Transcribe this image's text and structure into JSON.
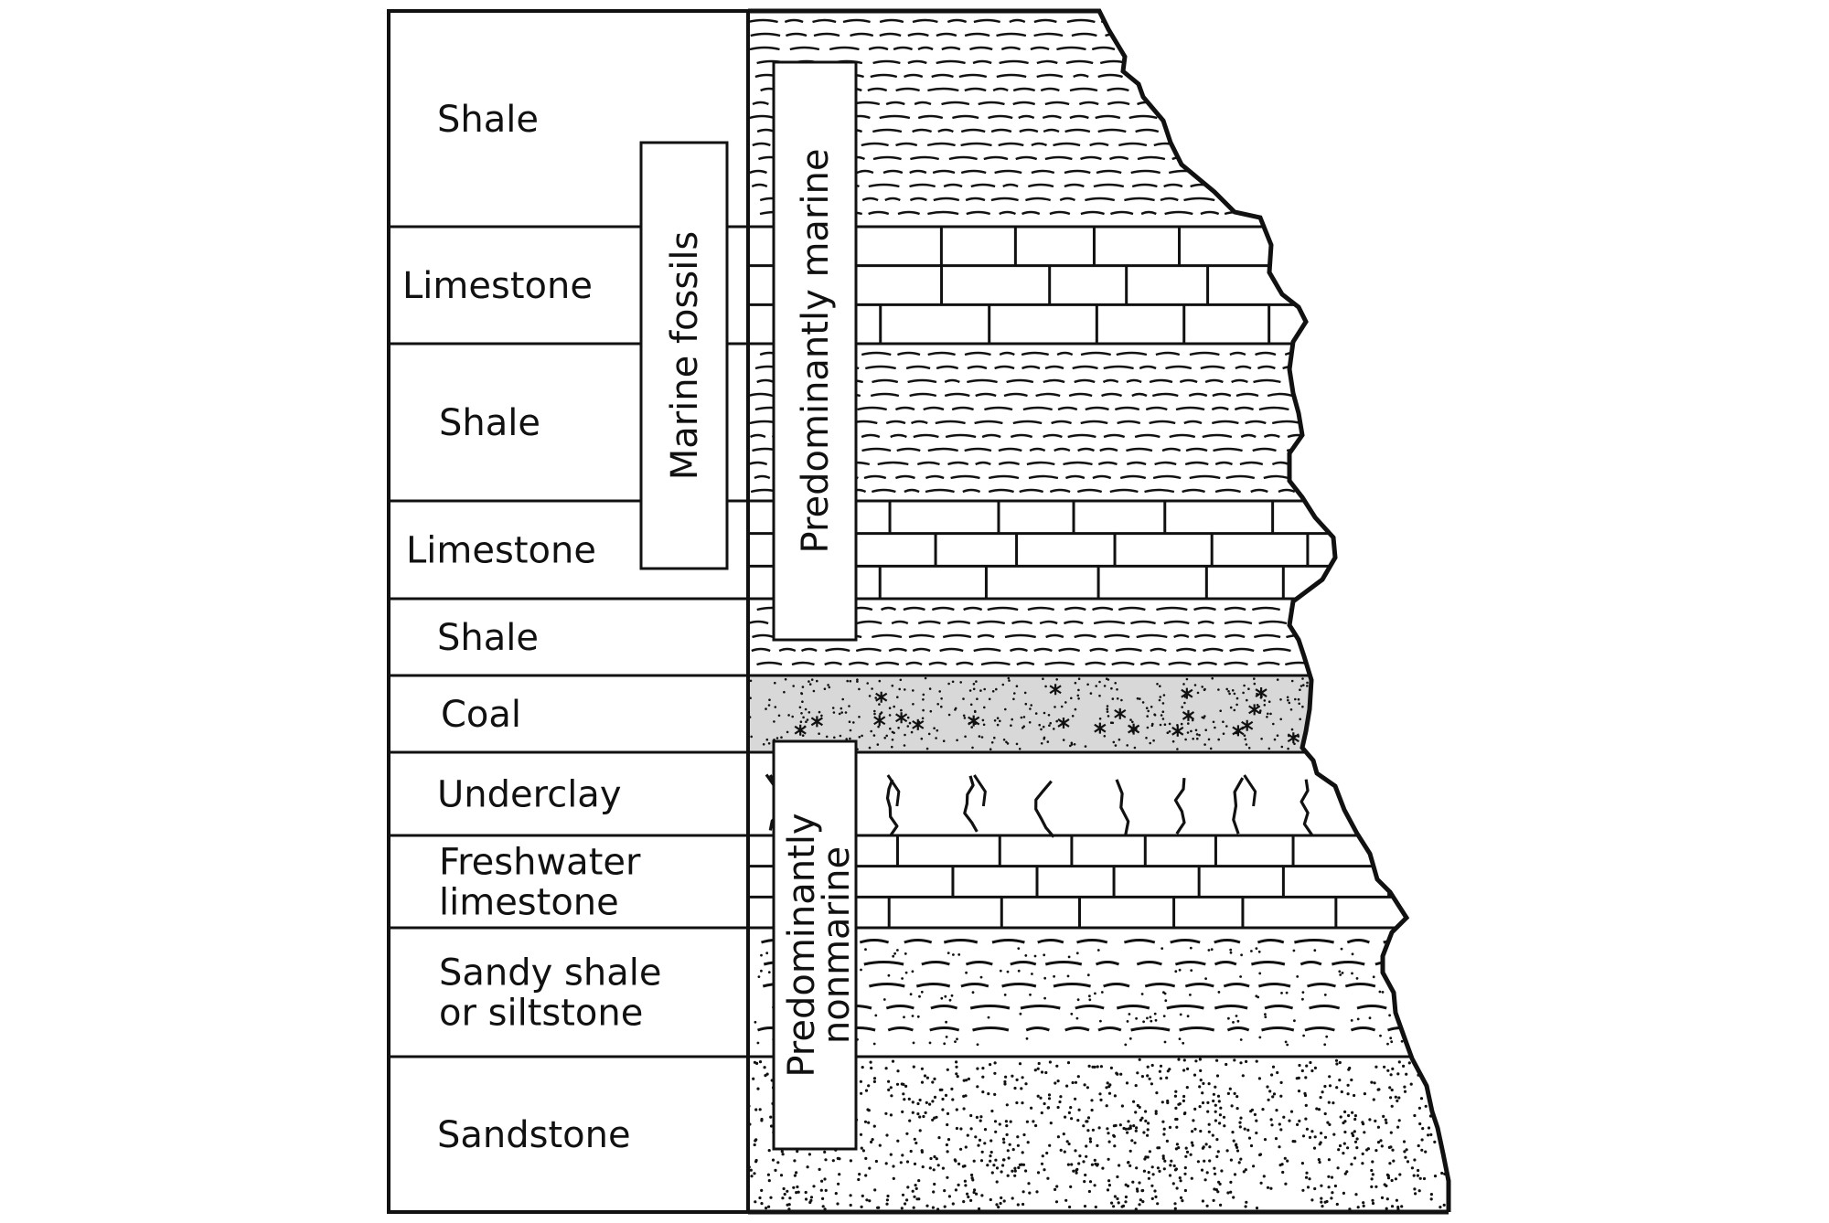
{
  "diagram": {
    "layers": [
      {
        "name": "Shale",
        "lithology": "shale"
      },
      {
        "name": "Limestone",
        "lithology": "limestone"
      },
      {
        "name": "Shale",
        "lithology": "shale"
      },
      {
        "name": "Limestone",
        "lithology": "limestone"
      },
      {
        "name": "Shale",
        "lithology": "shale"
      },
      {
        "name": "Coal",
        "lithology": "coal"
      },
      {
        "name": "Underclay",
        "lithology": "underclay"
      },
      {
        "name": "Freshwater limestone",
        "lithology": "freshwater-limestone"
      },
      {
        "name": "Sandy shale or siltstone",
        "lithology": "sandy-shale"
      },
      {
        "name": "Sandstone",
        "lithology": "sandstone"
      }
    ],
    "environments": {
      "marine_fossils": "Marine fossils",
      "predominantly_marine": "Predominantly marine",
      "predominantly_nonmarine_line1": "Predominantly",
      "predominantly_nonmarine_line2": "nonmarine"
    },
    "colors": {
      "ink": "#111111",
      "paper": "#ffffff",
      "coal_fill": "#d8d8d8"
    }
  }
}
